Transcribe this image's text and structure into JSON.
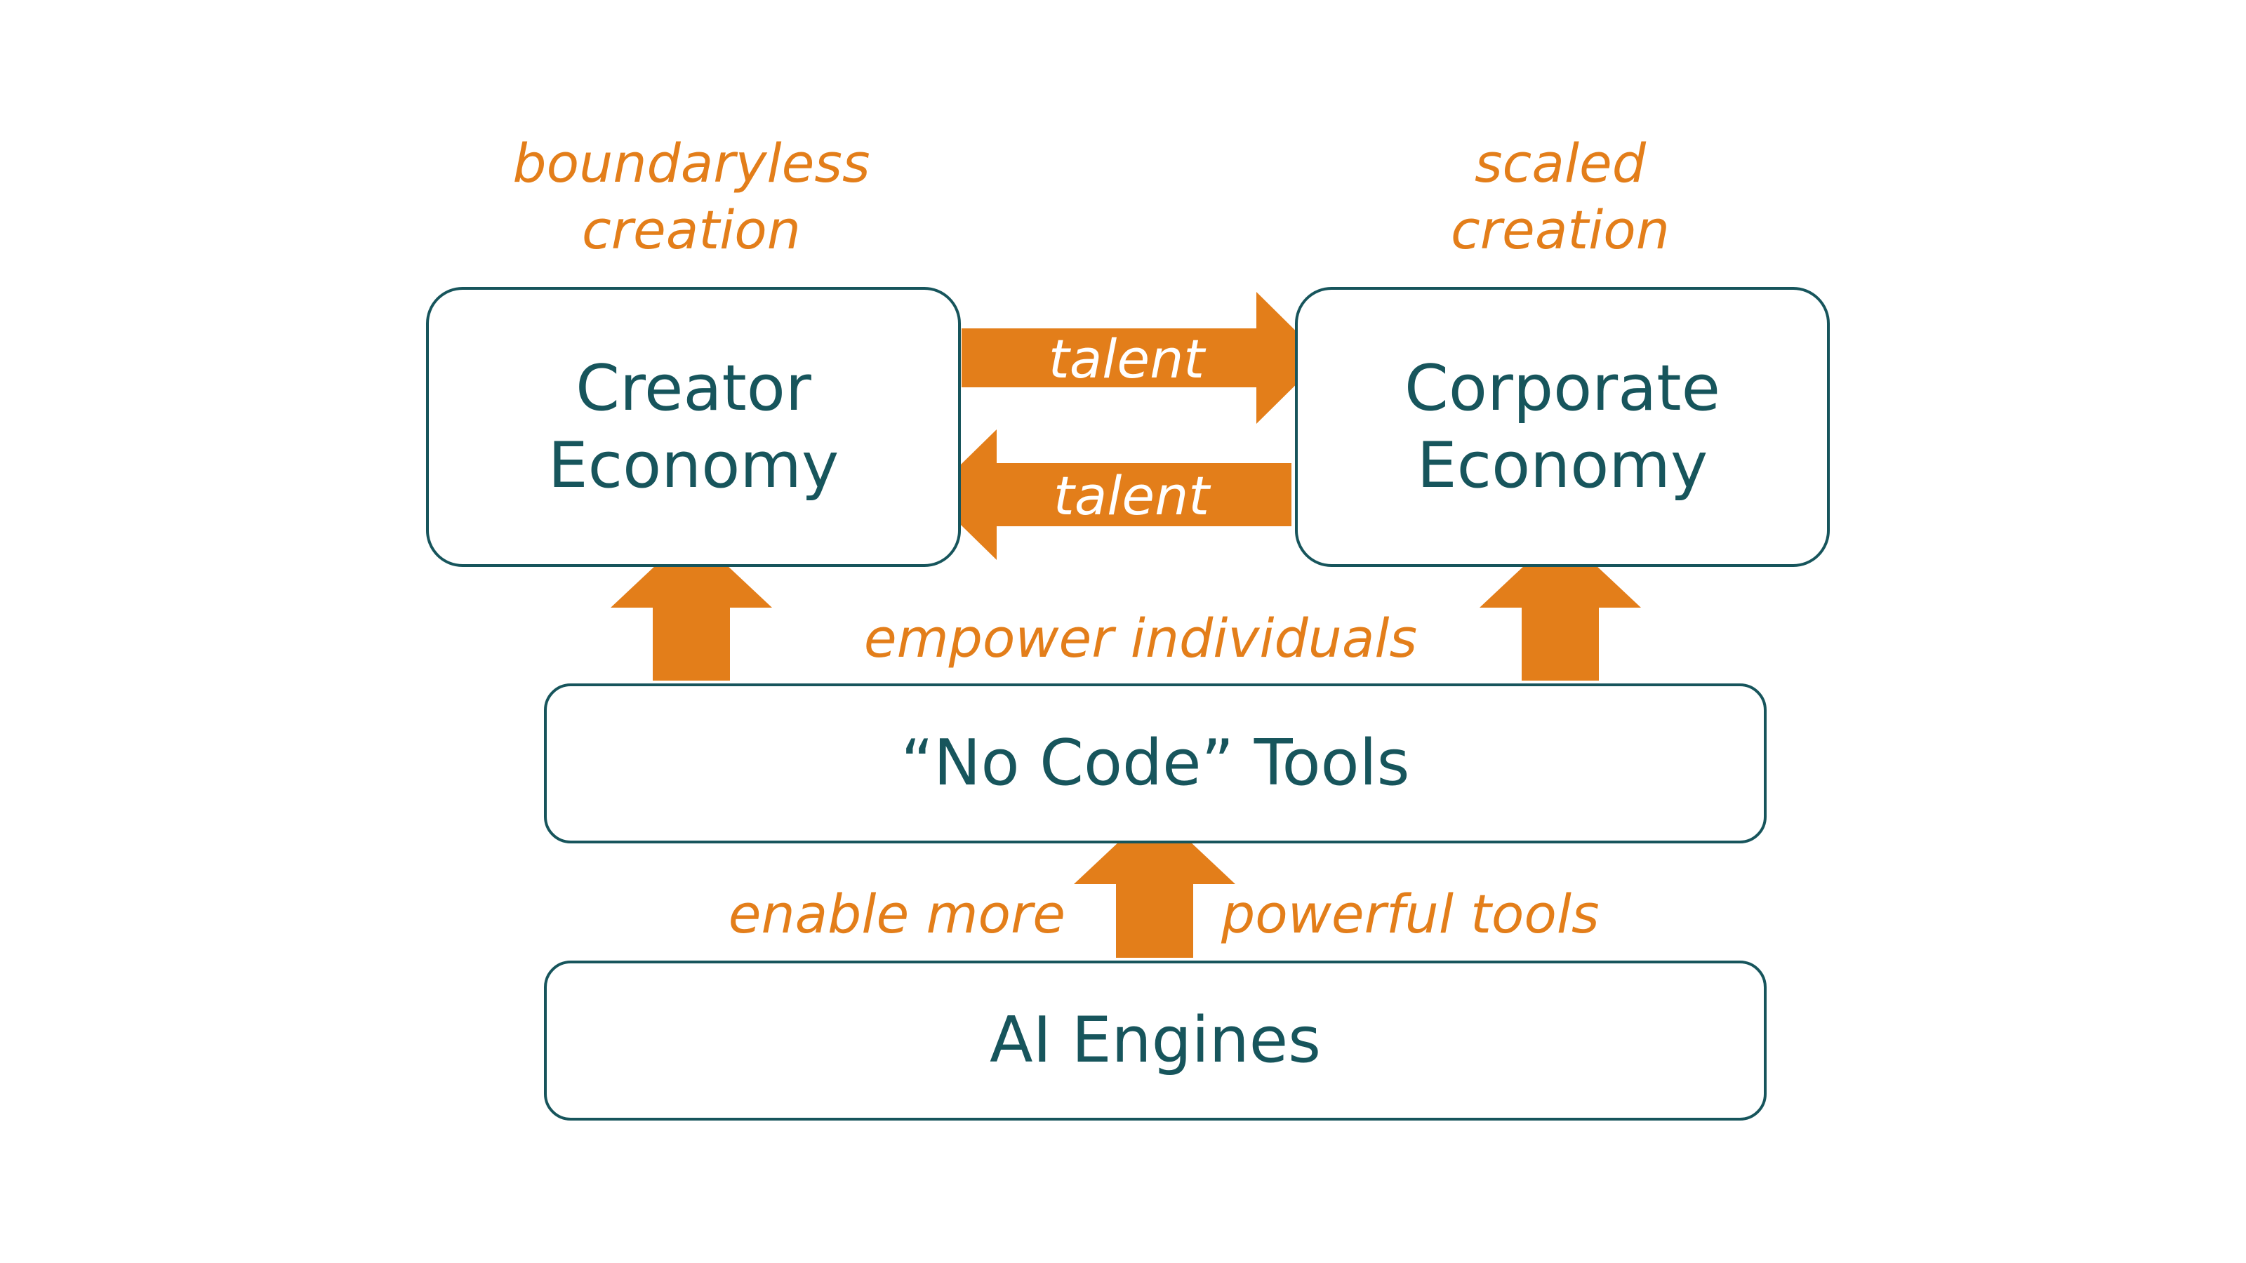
{
  "diagram": {
    "colors": {
      "arrow": "#e37e1a",
      "annotation_text": "#e37e1a",
      "box_border": "#17555c",
      "box_text": "#17555c",
      "arrow_text": "#ffffff"
    },
    "nodes": {
      "creator_economy": {
        "line1": "Creator",
        "line2": "Economy",
        "caption_line1": "boundaryless",
        "caption_line2": "creation"
      },
      "corporate_economy": {
        "line1": "Corporate",
        "line2": "Economy",
        "caption_line1": "scaled",
        "caption_line2": "creation"
      },
      "no_code_tools": {
        "label": "“No Code” Tools"
      },
      "ai_engines": {
        "label": "AI Engines"
      }
    },
    "edges": {
      "talent_to_corporate": "talent",
      "talent_to_creator": "talent",
      "tools_to_economies": "empower individuals",
      "engines_to_tools_left": "enable more",
      "engines_to_tools_right": "powerful tools"
    }
  }
}
